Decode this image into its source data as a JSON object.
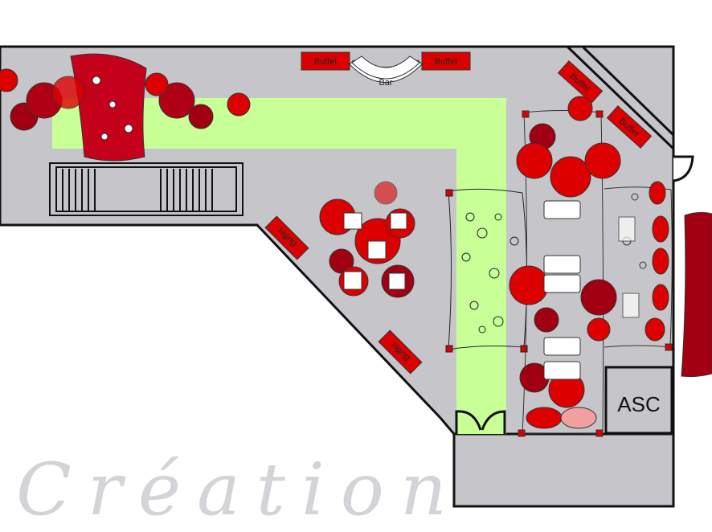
{
  "plan": {
    "labels": {
      "buffet_top_left": "Buffet",
      "buffet_top_right": "Buffet",
      "bar": "Bar",
      "buffet_right_1": "Buffet",
      "buffet_right_2": "Buffet",
      "buffet_diag_1": "Buffet",
      "buffet_diag_2": "Buffet",
      "asc": "ASC"
    },
    "watermark": "Création",
    "colors": {
      "floor": "#c6c6ca",
      "walkway": "#c8ff96",
      "red": "#dd0000",
      "dark_red": "#a00012",
      "wall": "#111111"
    }
  }
}
